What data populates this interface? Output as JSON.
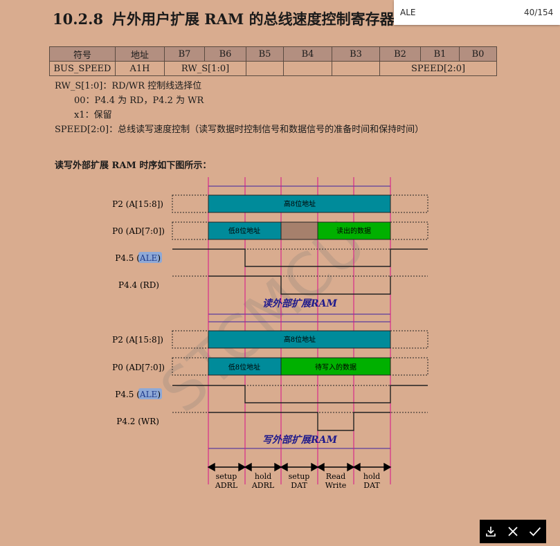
{
  "section_number": "10.2.8",
  "section_title": "片外用户扩展 RAM 的总线速度控制寄存器",
  "find_bar": {
    "query": "ALE",
    "match_count": "40/154"
  },
  "register_table": {
    "headers": [
      "符号",
      "地址",
      "B7",
      "B6",
      "B5",
      "B4",
      "B3",
      "B2",
      "B1",
      "B0"
    ],
    "row": {
      "symbol": "BUS_SPEED",
      "address": "A1H",
      "rw_field": "RW_S[1:0]",
      "speed_field": "SPEED[2:0]"
    }
  },
  "description": {
    "line1": "RW_S[1:0]：RD/WR 控制线选择位",
    "line2": "00：P4.4 为 RD，P4.2 为 WR",
    "line3": "x1：保留",
    "line4": "SPEED[2:0]：总线读写速度控制（读写数据时控制信号和数据信号的准备时间和保持时间）"
  },
  "diagram_intro": "读写外部扩展 RAM 时序如下图所示：",
  "read_diagram": {
    "signals": {
      "p2": "P2 (A[15:8])",
      "p0": "P0 (AD[7:0])",
      "ale_prefix": "P4.5 (",
      "ale_highlight": "ALE",
      "ale_suffix": ")",
      "rd": "P4.4 (RD)"
    },
    "bus_labels": {
      "high_addr": "高8位地址",
      "low_addr": "低8位地址",
      "data": "读出的数据"
    },
    "title": "读外部扩展RAM"
  },
  "write_diagram": {
    "signals": {
      "p2": "P2 (A[15:8])",
      "p0": "P0 (AD[7:0])",
      "ale_prefix": "P4.5 (",
      "ale_highlight": "ALE",
      "ale_suffix": ")",
      "wr": "P4.2 (WR)"
    },
    "bus_labels": {
      "high_addr": "高8位地址",
      "low_addr": "低8位地址",
      "data": "待写入的数据"
    },
    "title": "写外部扩展RAM"
  },
  "timing_phases": [
    {
      "line1": "setup",
      "line2": "ADRL"
    },
    {
      "line1": "hold",
      "line2": "ADRL"
    },
    {
      "line1": "setup",
      "line2": "DAT"
    },
    {
      "line1": "Read",
      "line2": "Write"
    },
    {
      "line1": "hold",
      "line2": "DAT"
    }
  ],
  "watermark": "STCMCU",
  "colors": {
    "page_bg": "#D9AC8F",
    "address_bus": "#008B9A",
    "data_bus": "#00B000",
    "idle_bus": "#A6806C",
    "diagram_title": "#1F1A8C",
    "ale_highlight": "#8FA9D6",
    "grid_magenta": "#D6108A",
    "grid_purple": "#3B1FA0"
  },
  "toolbar": {
    "icons": [
      "download-icon",
      "close-icon",
      "check-icon"
    ]
  }
}
